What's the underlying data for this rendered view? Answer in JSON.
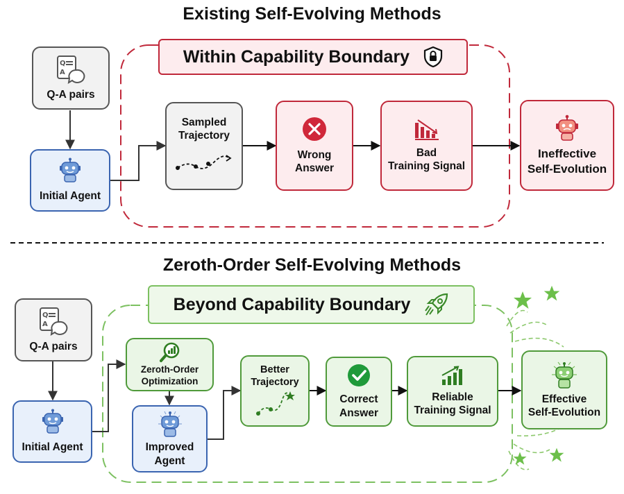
{
  "top": {
    "title": "Existing Self-Evolving Methods",
    "banner": "Within Capability Boundary",
    "qa_label": "Q-A pairs",
    "agent_label": "Initial Agent",
    "traj_line1": "Sampled",
    "traj_line2": "Trajectory",
    "wrong_line1": "Wrong",
    "wrong_line2": "Answer",
    "bad_line1": "Bad",
    "bad_line2": "Training Signal",
    "result_line1": "Ineffective",
    "result_line2": "Self-Evolution"
  },
  "bottom": {
    "title": "Zeroth-Order Self-Evolving Methods",
    "banner": "Beyond Capability Boundary",
    "qa_label": "Q-A pairs",
    "agent_label": "Initial Agent",
    "zo_line1": "Zeroth-Order",
    "zo_line2": "Optimization",
    "improved_line1": "Improved",
    "improved_line2": "Agent",
    "traj_line1": "Better",
    "traj_line2": "Trajectory",
    "correct_line1": "Correct",
    "correct_line2": "Answer",
    "reliable_line1": "Reliable",
    "reliable_line2": "Training Signal",
    "result_line1": "Effective",
    "result_line2": "Self-Evolution"
  },
  "icons": {
    "qa": "qa-document-chat-icon",
    "robot": "robot-icon",
    "lock": "shield-lock-icon",
    "rocket": "rocket-icon",
    "wrong": "x-circle-icon",
    "correct": "check-circle-icon",
    "down_chart": "chart-down-icon",
    "up_chart": "chart-up-icon",
    "search": "search-chart-icon",
    "star": "star-icon"
  },
  "colors": {
    "red": "#c0283a",
    "green": "#4f9a3a",
    "blue": "#3a64b0",
    "gray": "#555555"
  }
}
